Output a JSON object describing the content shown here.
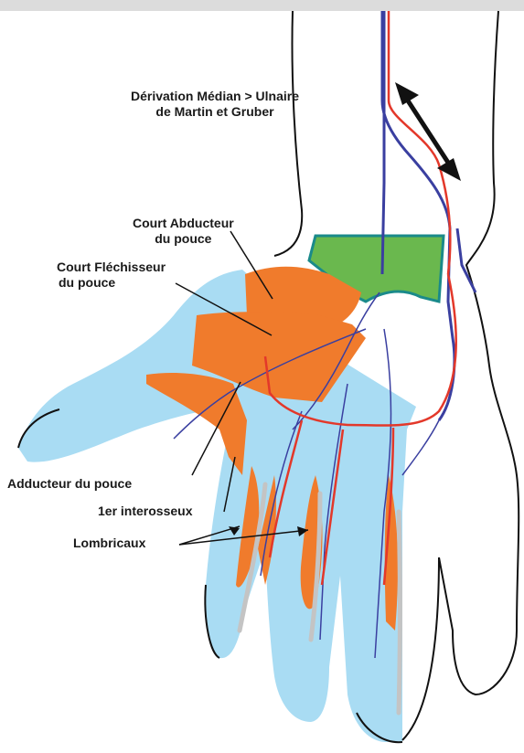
{
  "colors": {
    "skin": "#a9dcf3",
    "muscle": "#f07b2c",
    "ligament": "#6ab84e",
    "nerve_median": "#3a3fa0",
    "artery": "#e3382a",
    "outline": "#111111",
    "top_bar": "#dcdcdc"
  },
  "labels": {
    "derivation_line1": "Dérivation Médian > Ulnaire",
    "derivation_line2": "de Martin et Gruber",
    "abducteur_line1": "Court Abducteur",
    "abducteur_line2": "du pouce",
    "flechisseur_line1": "Court Fléchisseur",
    "flechisseur_line2": "du pouce",
    "adducteur": "Adducteur du pouce",
    "interosseux": "1er interosseux",
    "lombricaux": "Lombricaux"
  }
}
